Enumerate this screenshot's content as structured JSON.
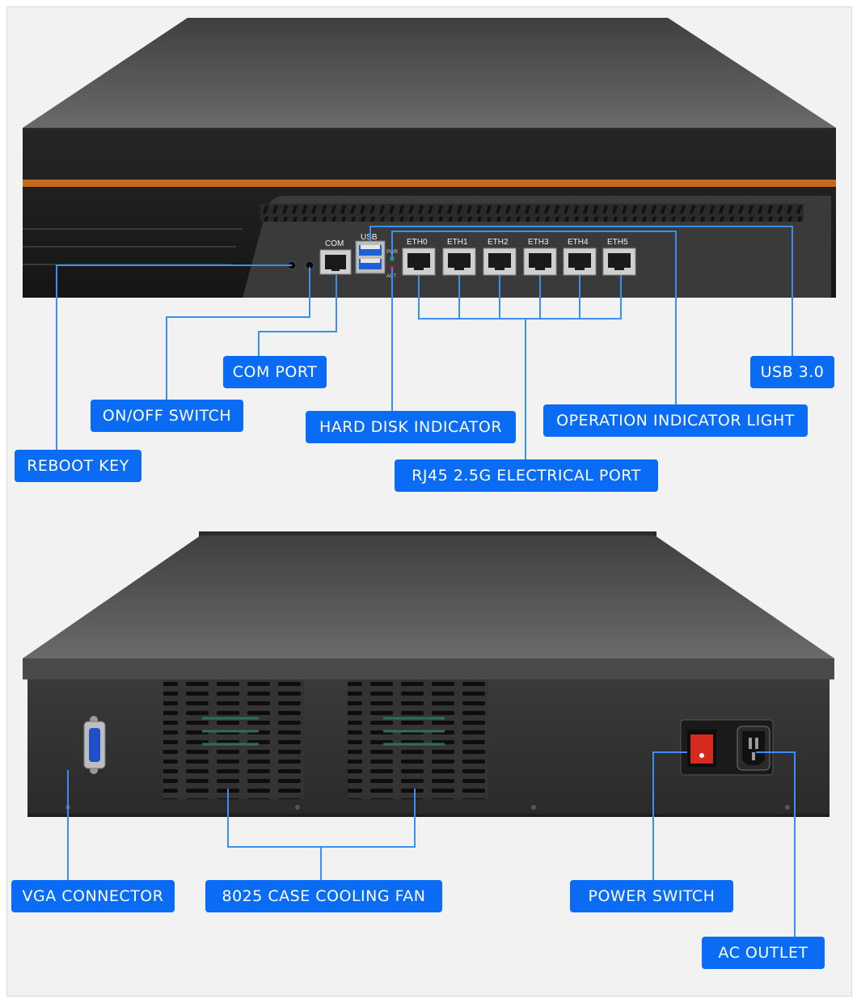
{
  "front_panel": {
    "port_labels": {
      "com": "COM",
      "usb": "USB",
      "eth": [
        "ETH0",
        "ETH1",
        "ETH2",
        "ETH3",
        "ETH4",
        "ETH5"
      ],
      "pwr": "PWR",
      "act": "ACT"
    },
    "callouts": {
      "com_port": "COM PORT",
      "usb": "USB 3.0",
      "on_off_switch": "ON/OFF SWITCH",
      "hard_disk_indicator": "HARD DISK INDICATOR",
      "operation_indicator": "OPERATION INDICATOR LIGHT",
      "reboot_key": "REBOOT KEY",
      "rj45": "RJ45 2.5G ELECTRICAL PORT"
    }
  },
  "rear_panel": {
    "callouts": {
      "vga": "VGA  CONNECTOR",
      "fan": "8025 CASE COOLING FAN",
      "power_switch": "POWER  SWITCH",
      "ac_outlet": "AC  OUTLET"
    }
  },
  "colors": {
    "callout_bg": "#0a6cf5",
    "leader_line": "#3a8ff0",
    "accent_stripe": "#c46a1c",
    "chassis_top": "#5a5a5a",
    "chassis_front": "#1c1c1c",
    "switch_red": "#d62a1e"
  }
}
